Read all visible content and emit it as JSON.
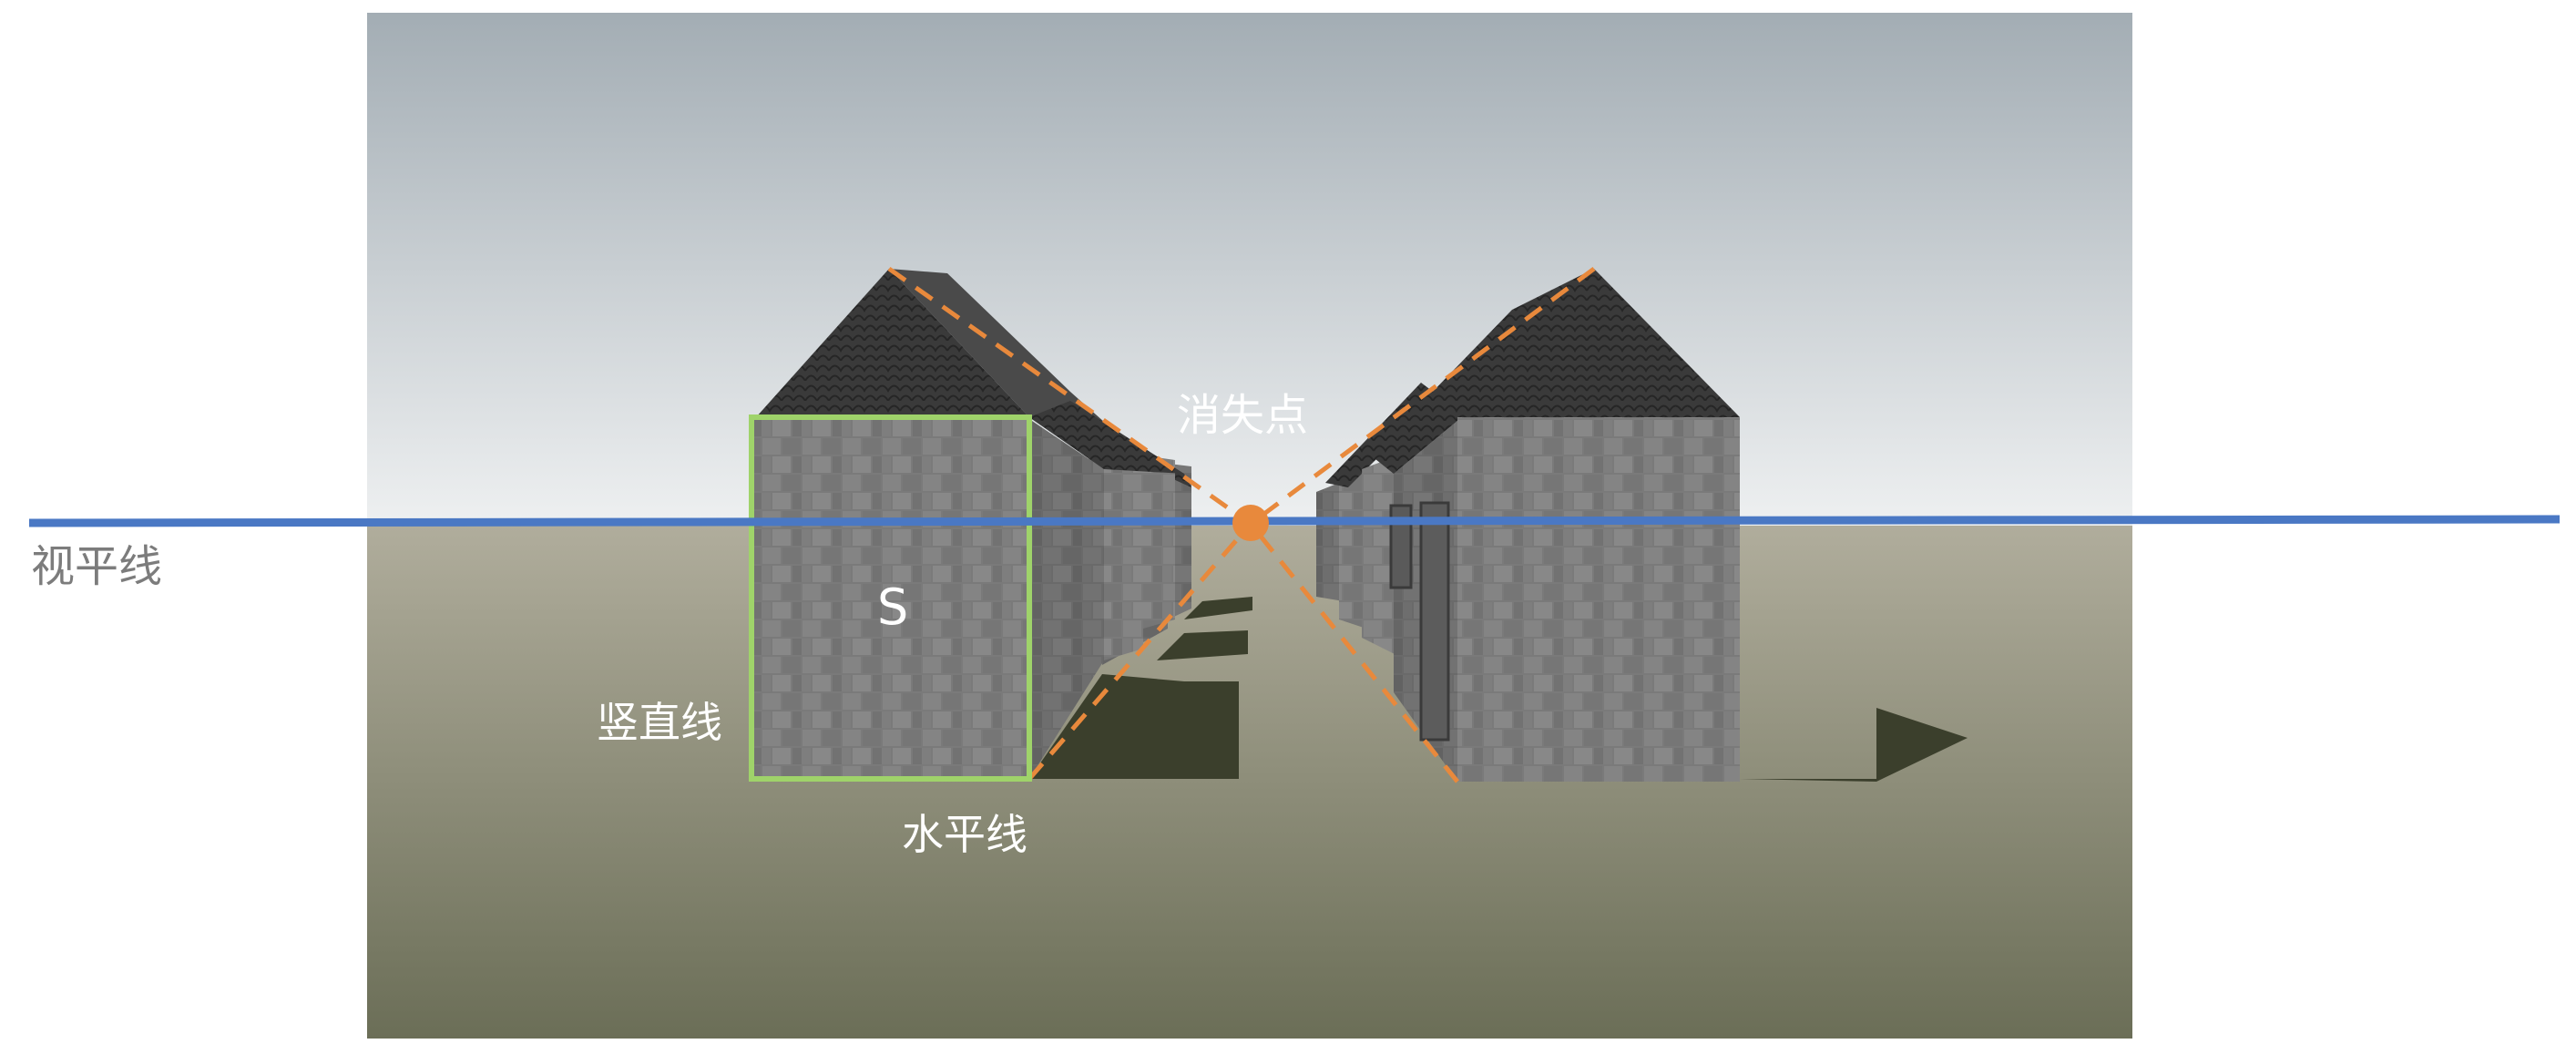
{
  "labels": {
    "horizon_line": "视平线",
    "vanishing_point": "消失点",
    "vertical_line": "竖直线",
    "horizontal_line": "水平线",
    "face": "S"
  },
  "colors": {
    "sky_top": "#a3adb4",
    "sky_bottom": "#eef0f1",
    "ground_top": "#b0ad9c",
    "ground_bottom": "#6b6e57",
    "horizon_line": "#4a78c4",
    "guide_lines": "#e8893c",
    "vanishing_point": "#e8893c",
    "highlight_face": "#9fd36a",
    "wall": "#7c7c7c",
    "roof": "#3c3c3c",
    "shadow": "#3b3f2c"
  }
}
